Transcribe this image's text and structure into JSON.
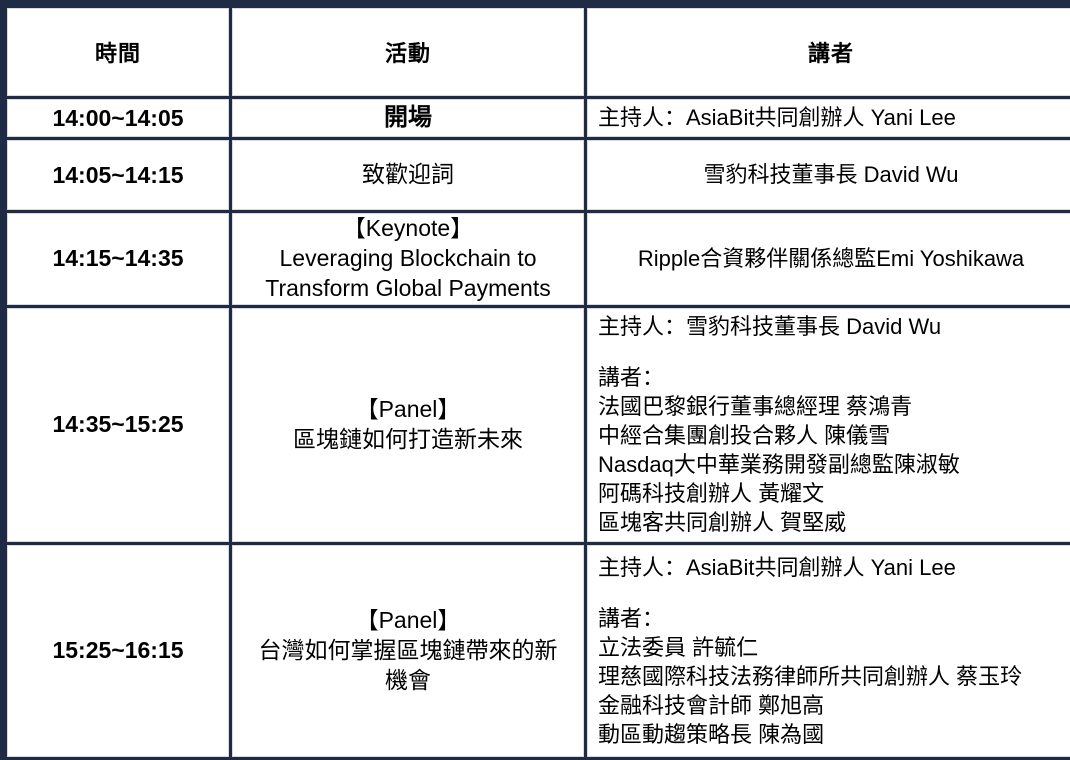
{
  "colors": {
    "header_fill": "#3c3c3c",
    "accent_yellow": "#ffc000",
    "page_background": "#1f2a44",
    "cell_border": "#d9d9d9",
    "header_text": "#ffffff",
    "body_text": "#000000"
  },
  "table": {
    "headers": {
      "time": "時間",
      "activity": "活動",
      "speaker": "講者"
    },
    "rows": [
      {
        "time": "14:00~14:05",
        "activity_lines": [
          "開場"
        ],
        "speaker_lines": [
          "主持人：AsiaBit共同創辦人 Yani Lee"
        ]
      },
      {
        "time": "14:05~14:15",
        "activity_lines": [
          "致歡迎詞"
        ],
        "speaker_lines": [
          "雪豹科技董事長 David Wu"
        ]
      },
      {
        "time": "14:15~14:35",
        "activity_lines": [
          "【Keynote】",
          "Leveraging Blockchain to",
          "Transform Global Payments"
        ],
        "speaker_lines": [
          "Ripple合資夥伴關係總監Emi Yoshikawa"
        ]
      },
      {
        "time": "14:35~15:25",
        "activity_lines": [
          "【Panel】",
          "區塊鏈如何打造新未來"
        ],
        "speaker_lines": [
          "主持人：雪豹科技董事長 David Wu",
          "",
          "講者：",
          "法國巴黎銀行董事總經理 蔡鴻青",
          "中經合集團創投合夥人 陳儀雪",
          "Nasdaq大中華業務開發副總監陳淑敏",
          "阿碼科技創辦人 黃耀文",
          "區塊客共同創辦人 賀堅威"
        ]
      },
      {
        "time": "15:25~16:15",
        "activity_lines": [
          "【Panel】",
          "台灣如何掌握區塊鏈帶來的新",
          "機會"
        ],
        "speaker_lines": [
          "主持人：AsiaBit共同創辦人 Yani Lee",
          "",
          "講者：",
          "立法委員 許毓仁",
          "理慈國際科技法務律師所共同創辦人 蔡玉玲",
          "金融科技會計師 鄭旭高",
          "動區動趨策略長 陳為國"
        ]
      }
    ]
  }
}
